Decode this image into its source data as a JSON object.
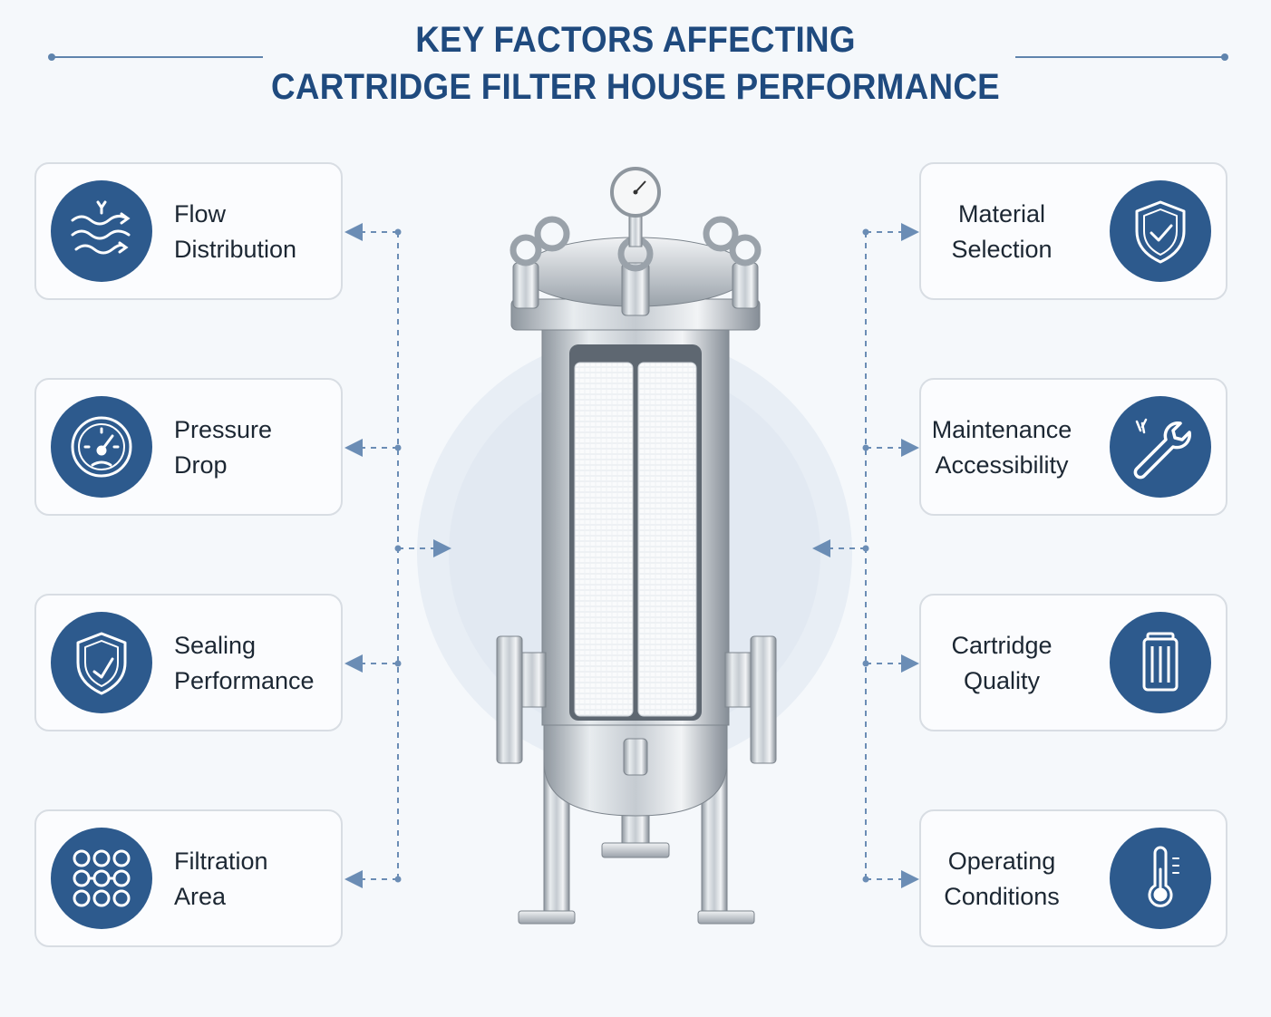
{
  "title": {
    "line1": "KEY FACTORS AFFECTING",
    "line2": "CARTRIDGE FILTER HOUSE PERFORMANCE"
  },
  "colors": {
    "title": "#1f4a7e",
    "icon_circle": "#2d5a8d",
    "connector": "#6b8db5",
    "card_border": "#d8dde3"
  },
  "left_factors": [
    {
      "line1": "Flow",
      "line2": "Distribution",
      "icon": "flow-waves-icon"
    },
    {
      "line1": "Pressure",
      "line2": "Drop",
      "icon": "pressure-gauge-icon"
    },
    {
      "line1": "Sealing",
      "line2": "Performance",
      "icon": "shield-check-icon"
    },
    {
      "line1": "Filtration",
      "line2": "Area",
      "icon": "filtration-grid-icon"
    }
  ],
  "right_factors": [
    {
      "line1": "Material",
      "line2": "Selection",
      "icon": "shield-checkmark-icon"
    },
    {
      "line1": "Maintenance",
      "line2": "Accessibility",
      "icon": "wrench-icon"
    },
    {
      "line1": "Cartridge",
      "line2": "Quality",
      "icon": "cartridge-icon"
    },
    {
      "line1": "Operating",
      "line2": "Conditions",
      "icon": "thermometer-icon"
    }
  ],
  "center_illustration": "filter-housing-illustration"
}
